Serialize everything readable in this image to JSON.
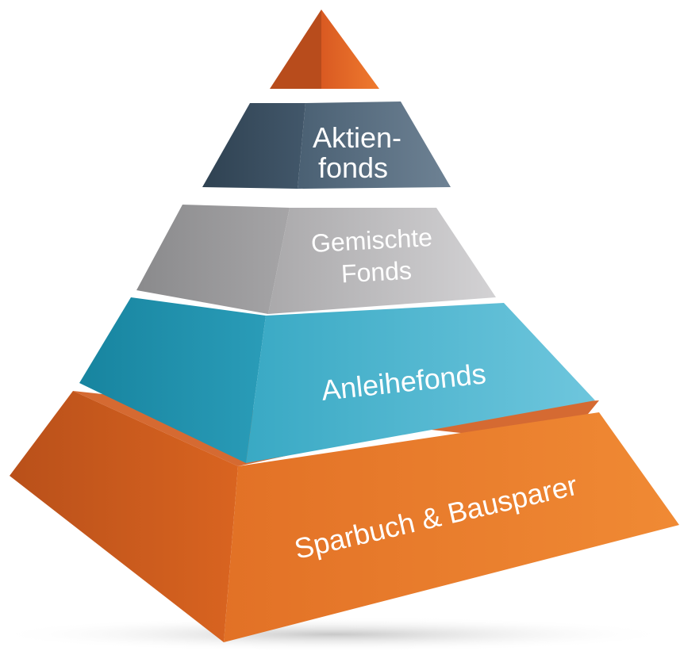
{
  "tiers": [
    {
      "id": "top",
      "lines": [],
      "color": "#e0662a"
    },
    {
      "id": "aktienfonds",
      "lines": [
        "Aktien-",
        "fonds"
      ],
      "color": "#4b6175"
    },
    {
      "id": "gemischte",
      "lines": [
        "Gemischte",
        "Fonds"
      ],
      "color": "#b5b4b6"
    },
    {
      "id": "anleihefonds",
      "lines": [
        "Anleihefonds"
      ],
      "color": "#2fa4bf"
    },
    {
      "id": "sparbuch",
      "lines": [
        "Sparbuch & Bausparer"
      ],
      "color": "#e86f1e"
    }
  ]
}
